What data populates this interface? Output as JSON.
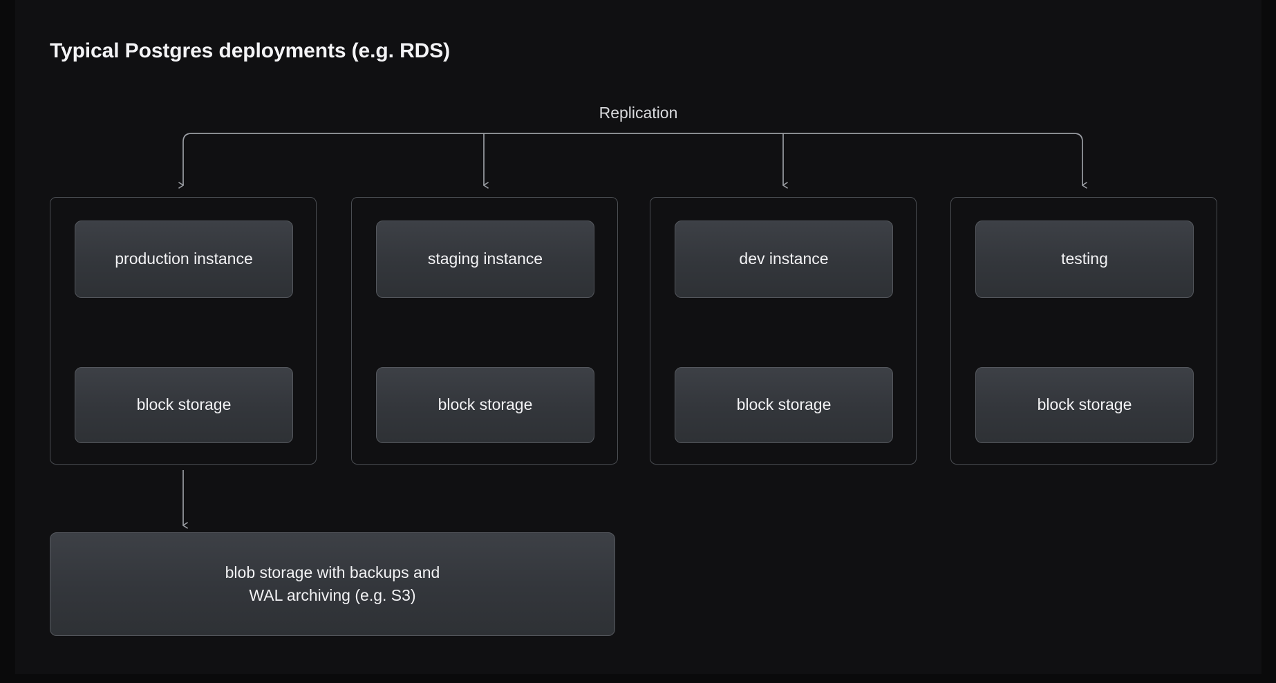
{
  "page": {
    "title": "Typical Postgres deployments (e.g. RDS)",
    "background_color": "#101012",
    "outer_background_color": "#0a0a0b",
    "text_color": "#f2f2f4",
    "node_fill_color": "#33363b",
    "node_border_color": "#54575d",
    "group_border_color": "#4a4d52",
    "connector_color": "#9a9da3"
  },
  "diagram": {
    "type": "architecture-flow",
    "replication_bus": {
      "label": "Replication",
      "direction": "one-to-many",
      "fans_out_to": 4
    },
    "environments": [
      {
        "id": "production",
        "instance_label": "production instance",
        "storage_label": "block storage",
        "link": "bidirectional",
        "archives_to_blob": true
      },
      {
        "id": "staging",
        "instance_label": "staging instance",
        "storage_label": "block storage",
        "link": "bidirectional",
        "archives_to_blob": false
      },
      {
        "id": "dev",
        "instance_label": "dev instance",
        "storage_label": "block storage",
        "link": "bidirectional",
        "archives_to_blob": false
      },
      {
        "id": "testing",
        "instance_label": "testing",
        "storage_label": "block storage",
        "link": "bidirectional",
        "archives_to_blob": false
      }
    ],
    "blob_storage": {
      "line1": "blob storage with backups and",
      "line2": "WAL archiving (e.g. S3)"
    }
  }
}
